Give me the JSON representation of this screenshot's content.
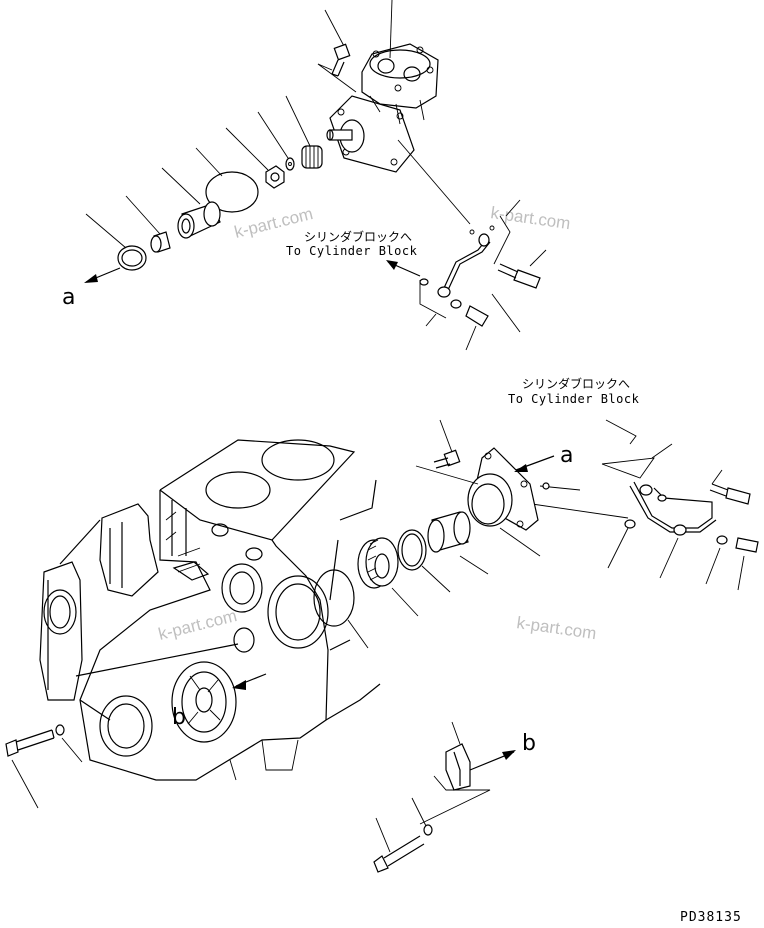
{
  "callouts": {
    "jp_1": "シリンダブロックへ",
    "en_1": "To Cylinder Block",
    "jp_2": "シリンダブロックへ",
    "en_2": "To Cylinder Block"
  },
  "refs": {
    "a_top": "a",
    "a_mid": "a",
    "b_right": "b",
    "b_block": "b"
  },
  "watermarks": [
    "k-part.com",
    "k-part.com",
    "k-part.com",
    "k-part.com"
  ],
  "drawing_code": "PD38135"
}
